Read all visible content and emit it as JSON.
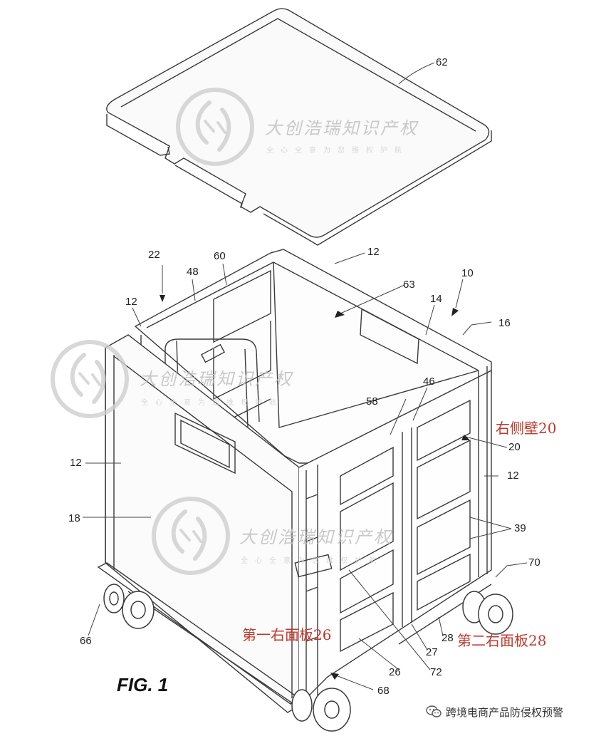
{
  "figure": {
    "title": "FIG. 1",
    "reference_numerals": [
      "62",
      "22",
      "60",
      "48",
      "12",
      "12",
      "63",
      "10",
      "14",
      "16",
      "58",
      "46",
      "20",
      "12",
      "12",
      "39",
      "18",
      "70",
      "66",
      "28",
      "27",
      "26",
      "72",
      "68"
    ]
  },
  "annotations": {
    "right_side_wall": "右侧壁20",
    "first_right_panel": "第一右面板26",
    "second_right_panel": "第二右面板28"
  },
  "watermark": {
    "main_text": "大创浩瑞知识产权",
    "sub_text": "全心全意为您维权护航"
  },
  "footer": {
    "account_name": "跨境电商产品防侵权预警",
    "icon": "wechat-icon"
  }
}
